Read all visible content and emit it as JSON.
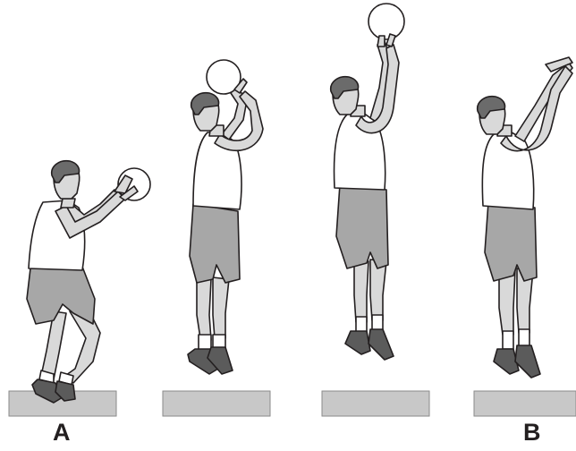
{
  "labels": {
    "start": "A",
    "end": "B"
  },
  "colors": {
    "ink": "#231f20",
    "skin": "#d9d9d9",
    "shirt": "#ffffff",
    "shorts": "#a7a7a7",
    "shoes": "#5b5b5b",
    "hair": "#6b6b6b",
    "ground": "#c8c8c8",
    "ball": "#ffffff"
  },
  "frames": [
    {
      "name": "gather",
      "ball": "held-at-chest"
    },
    {
      "name": "rise",
      "ball": "set-above-forehead"
    },
    {
      "name": "release",
      "ball": "released-overhead"
    },
    {
      "name": "follow-through",
      "ball": "gone"
    }
  ]
}
